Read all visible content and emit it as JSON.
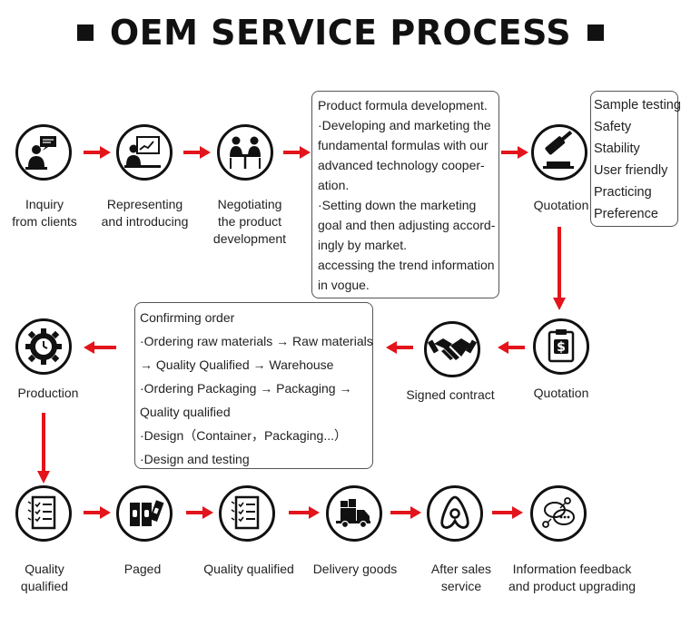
{
  "title": "OEM SERVICE PROCESS",
  "colors": {
    "arrow": "#e3141b",
    "icon": "#111111"
  },
  "row1": [
    {
      "icon": "presenter-screen-icon",
      "label": [
        "Inquiry",
        "from clients"
      ]
    },
    {
      "icon": "presentation-board-icon",
      "label": [
        "Representing",
        "and introducing"
      ]
    },
    {
      "icon": "meeting-table-icon",
      "label": [
        "Negotiating",
        "the product",
        "development"
      ]
    },
    {
      "icon": "gavel-icon",
      "label": [
        "Quotation"
      ]
    }
  ],
  "formula_box": [
    "Product formula development.",
    "·Developing and marketing the",
    "fundamental formulas with our",
    "advanced technology cooper-",
    "ation.",
    "·Setting down the marketing",
    "goal and then adjusting accord-",
    "ingly by market.",
    "accessing the trend information",
    "in vogue."
  ],
  "sample_box": [
    "Sample testing",
    "Safety",
    "Stability",
    "User friendly",
    "Practicing",
    "Preference"
  ],
  "row2": [
    {
      "icon": "gear-clock-icon",
      "label": [
        "Production"
      ]
    },
    {
      "icon": "handshake-icon",
      "label": [
        "Signed contract"
      ]
    },
    {
      "icon": "clipboard-dollar-icon",
      "label": [
        "Quotation"
      ]
    }
  ],
  "order_box": [
    "Confirming order",
    "·Ordering raw materials → Raw materials",
    "→ Quality  Qualified → Warehouse",
    "·Ordering Packaging → Packaging →",
    "Quality qualified",
    "·Design（Container，Packaging...）",
    "·Design and testing"
  ],
  "row3": [
    {
      "icon": "checklist-icon",
      "label": [
        "Quality",
        "qualified"
      ]
    },
    {
      "icon": "packages-icon",
      "label": [
        "Paged"
      ]
    },
    {
      "icon": "checklist-icon",
      "label": [
        "Quality qualified"
      ]
    },
    {
      "icon": "delivery-truck-icon",
      "label": [
        "Delivery goods"
      ]
    },
    {
      "icon": "airbnb-style-icon",
      "label": [
        "After sales",
        "service"
      ]
    },
    {
      "icon": "feedback-chat-icon",
      "label": [
        "Information feedback",
        "and product upgrading"
      ]
    }
  ]
}
